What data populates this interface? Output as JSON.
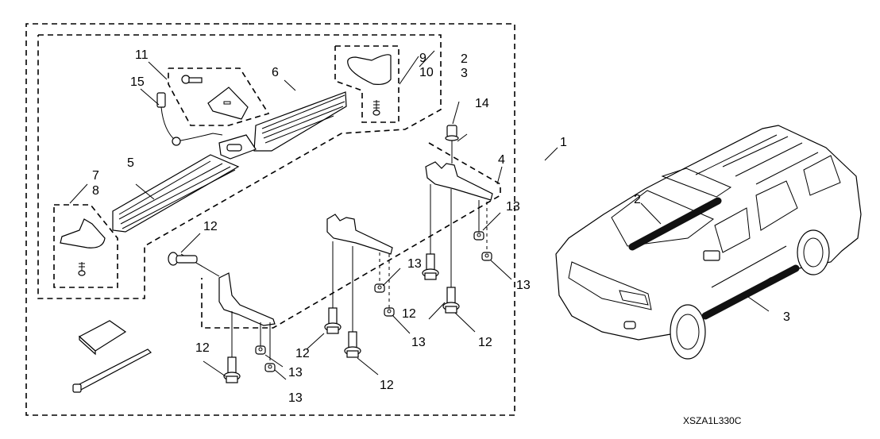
{
  "diagram": {
    "title": "Running Board Kit Parts Diagram",
    "reference_code": "XSZA1L330C",
    "callouts": [
      {
        "id": "c1",
        "label": "1"
      },
      {
        "id": "c2_3_kit",
        "label": "2\n3"
      },
      {
        "id": "c4",
        "label": "4"
      },
      {
        "id": "c5",
        "label": "5"
      },
      {
        "id": "c6",
        "label": "6"
      },
      {
        "id": "c7_8",
        "label": "7\n8"
      },
      {
        "id": "c9_10",
        "label": "9\n10"
      },
      {
        "id": "c11",
        "label": "11"
      },
      {
        "id": "c12",
        "label": "12"
      },
      {
        "id": "c13",
        "label": "13"
      },
      {
        "id": "c14",
        "label": "14"
      },
      {
        "id": "c15",
        "label": "15"
      }
    ],
    "labels": {
      "l1": "1",
      "l2": "2",
      "l3": "3",
      "l2k": "2",
      "l3k": "3",
      "l4": "4",
      "l5": "5",
      "l6": "6",
      "l7": "7",
      "l8": "8",
      "l9": "9",
      "l10": "10",
      "l11": "11",
      "l12": "12",
      "l13": "13",
      "l14": "14",
      "l15": "15"
    },
    "vehicle_callouts": {
      "front_step": "2",
      "side_step": "3"
    }
  }
}
